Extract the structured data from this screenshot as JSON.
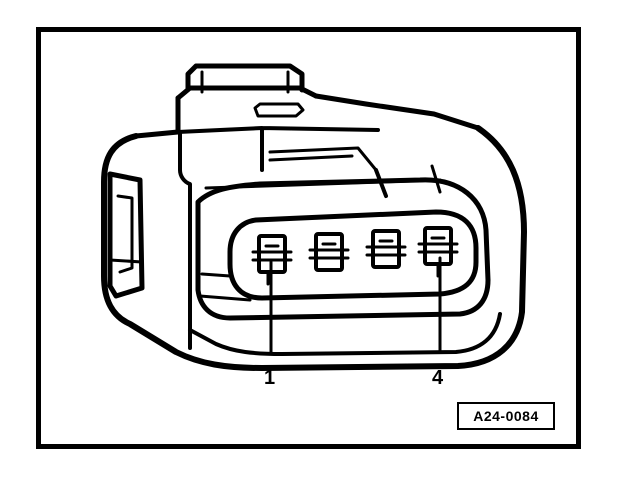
{
  "diagram": {
    "pins": [
      {
        "label": "1"
      },
      {
        "label": "4"
      }
    ],
    "figure_code": "A24-0084",
    "colors": {
      "line": "#000000",
      "background": "#ffffff"
    }
  }
}
